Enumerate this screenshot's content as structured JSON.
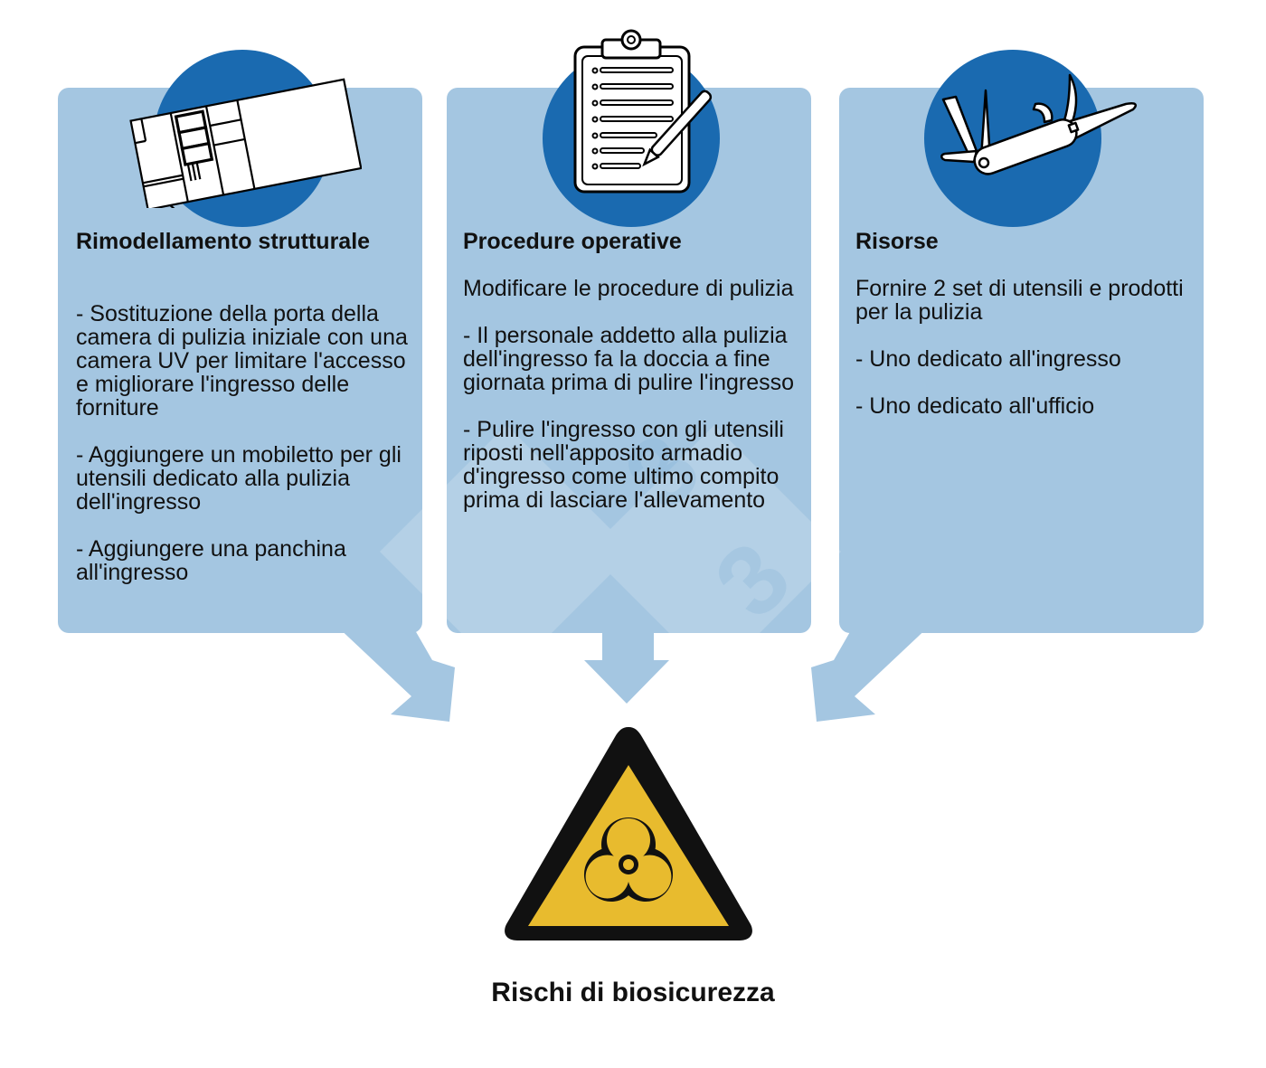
{
  "panels": [
    {
      "title": "Rimodellamento strutturale",
      "icon": "floor-plan-icon",
      "paragraphs": [
        "- Sostituzione della porta della camera di pulizia iniziale con una camera UV per limitare l'accesso e migliorare l'ingresso delle forniture",
        "- Aggiungere un mobiletto per gli utensili dedicato alla pulizia dell'ingresso",
        "- Aggiungere una panchina all'ingresso"
      ]
    },
    {
      "title": "Procedure operative",
      "icon": "clipboard-checklist-icon",
      "paragraphs": [
        "Modificare le procedure di pulizia",
        "- Il personale addetto alla pulizia dell'ingresso fa la doccia a fine giornata prima di pulire l'ingresso",
        "- Pulire l'ingresso con gli utensili riposti nell'apposito armadio d'ingresso come ultimo compito prima di lasciare l'allevamento"
      ]
    },
    {
      "title": "Risorse",
      "icon": "pocket-knife-icon",
      "paragraphs": [
        "Fornire 2 set di utensili e prodotti per la pulizia",
        "- Uno dedicato all'ingresso",
        "- Uno dedicato all'ufficio"
      ]
    }
  ],
  "target": {
    "label": "Rischi di biosicurezza",
    "icon": "biohazard-warning-icon"
  },
  "colors": {
    "panel": "#a4c6e1",
    "circle": "#1a6ab0",
    "arrow": "#a4c6e1",
    "warning_fill": "#e8bb2e",
    "warning_border": "#111111",
    "text": "#111111"
  }
}
